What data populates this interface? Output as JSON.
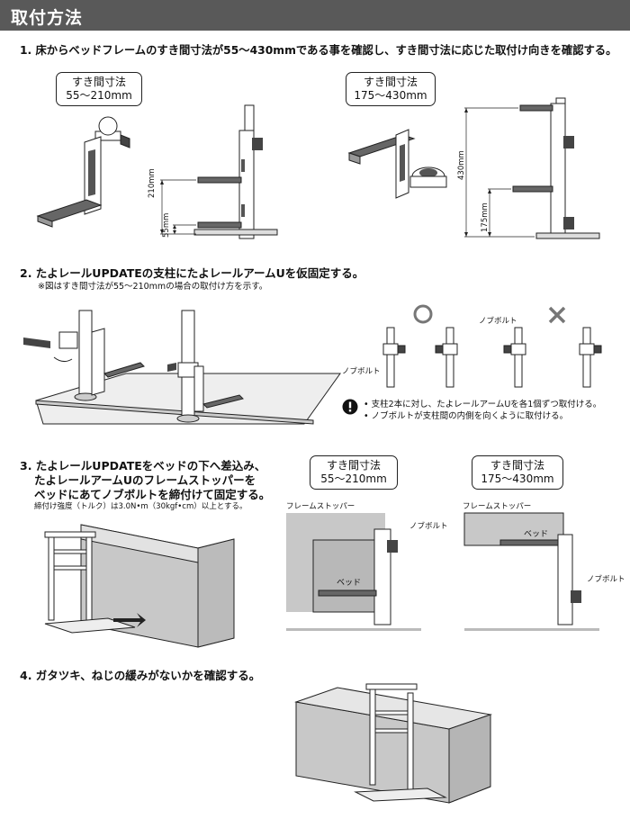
{
  "header": {
    "title": "取付方法"
  },
  "steps": {
    "s1": "1. 床からベッドフレームのすき間寸法が55〜430mmである事を確認し、すき間寸法に応じた取付け向きを確認する。",
    "s2": "2. たよレールUPDATEの支柱にたよレールアームUを仮固定する。",
    "s2_note": "※図はすき間寸法が55〜210mmの場合の取付け方を示す。",
    "s3_line1": "3. たよレールUPDATEをベッドの下へ差込み、",
    "s3_line2": "たよレールアームUのフレームストッパーを",
    "s3_line3": "ベッドにあてノブボルトを締付けて固定する。",
    "s3_note": "締付け強度（トルク）は3.0N•m（30kgf•cm）以上とする。",
    "s4": "4. ガタツキ、ねじの緩みがないかを確認する。"
  },
  "gap_boxes": {
    "title": "すき間寸法",
    "small": "55〜210mm",
    "large": "175〜430mm"
  },
  "dimensions": {
    "d210": "210mm",
    "d55": "55mm",
    "d430": "430mm",
    "d175": "175mm"
  },
  "labels": {
    "knob_bolt": "ノブボルト",
    "frame_stopper": "フレームストッパー",
    "bed": "ベッド"
  },
  "orientation": {
    "correct_icon": "circle-ok-icon",
    "wrong_icon": "cross-ng-icon"
  },
  "caution": {
    "icon": "exclamation-icon",
    "line1": "• 支柱2本に対し、たよレールアームUを各1個ずつ取付ける。",
    "line2": "• ノブボルトが支柱間の内側を向くように取付ける。"
  },
  "colors": {
    "header_bg": "#595959",
    "pad": "#6e6e6e",
    "bed_gray": "#c8c8c8"
  }
}
